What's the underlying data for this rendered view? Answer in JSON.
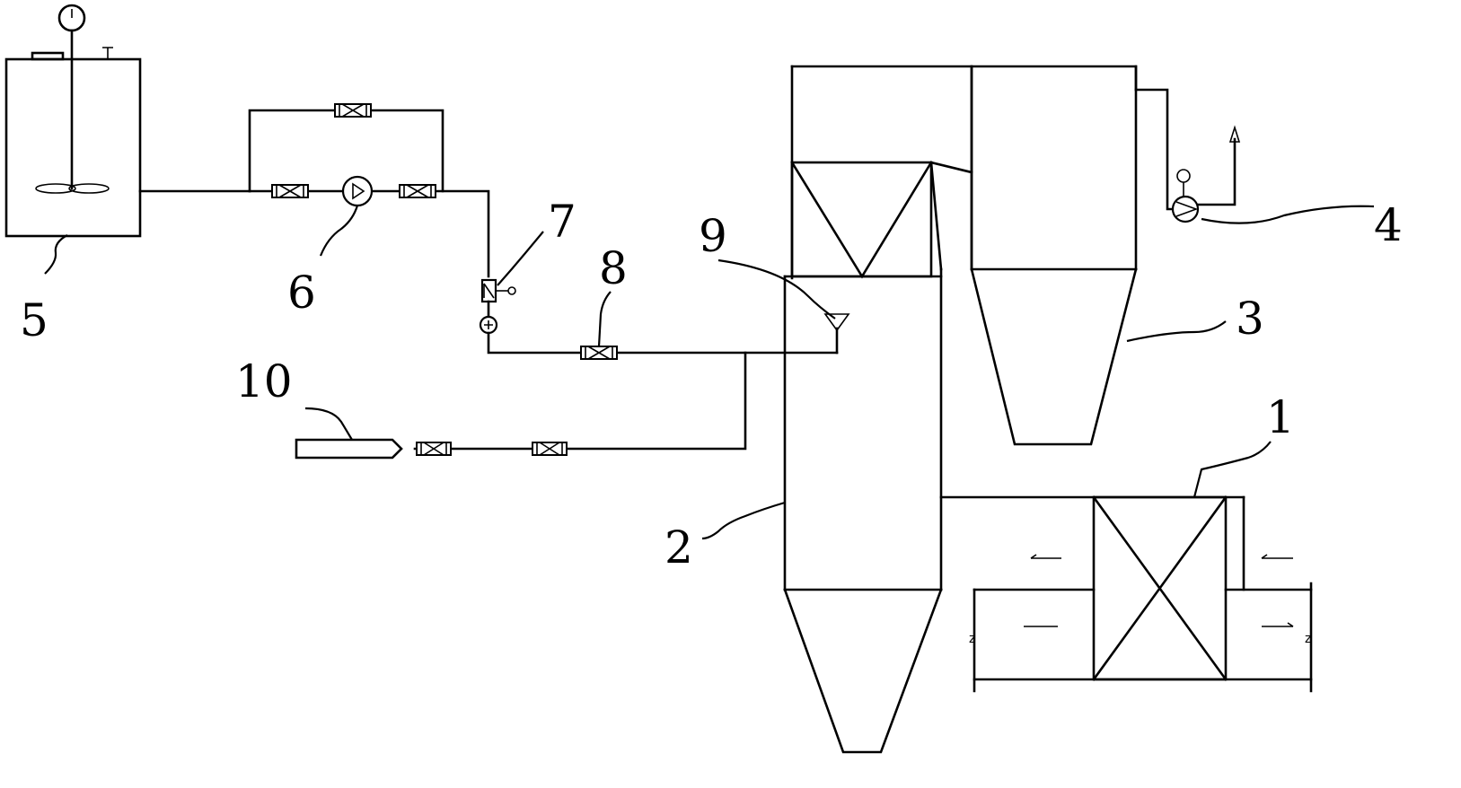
{
  "labels": {
    "l1": "1",
    "l2": "2",
    "l3": "3",
    "l4": "4",
    "l5": "5",
    "l6": "6",
    "l7": "7",
    "l8": "8",
    "l9": "9",
    "l10": "10"
  },
  "marks": {
    "break_left": "z",
    "break_right": "z"
  },
  "components": [
    "mixing-tank",
    "pump",
    "flowmeter",
    "valve",
    "spray-nozzle",
    "gas-cylinder",
    "reactor-tower",
    "cyclone-separator",
    "fan",
    "heat-exchanger"
  ]
}
